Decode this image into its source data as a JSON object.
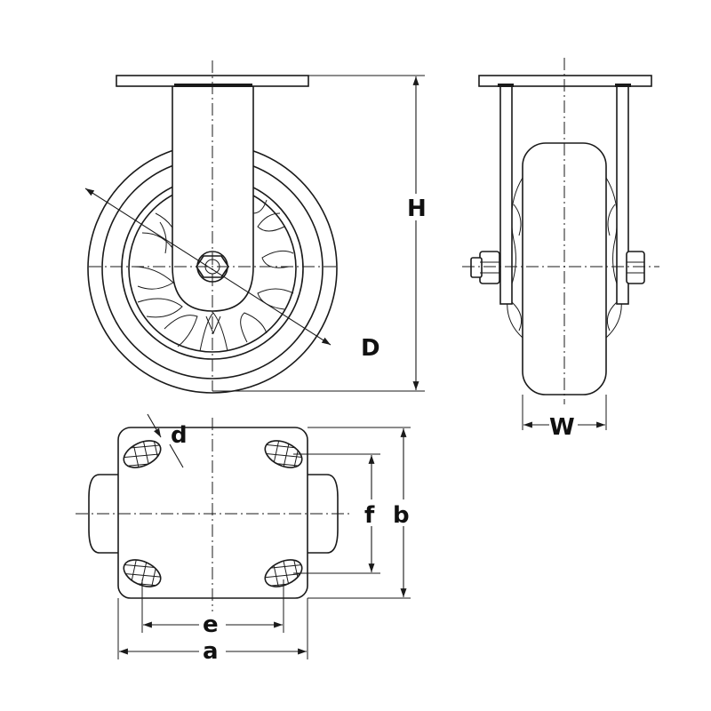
{
  "dimensions": {
    "H": "H",
    "D": "D",
    "W": "W",
    "d": "d",
    "b": "b",
    "f": "f",
    "e": "e",
    "a": "a"
  },
  "colors": {
    "line": "#1a1a1a",
    "background": "#ffffff"
  }
}
